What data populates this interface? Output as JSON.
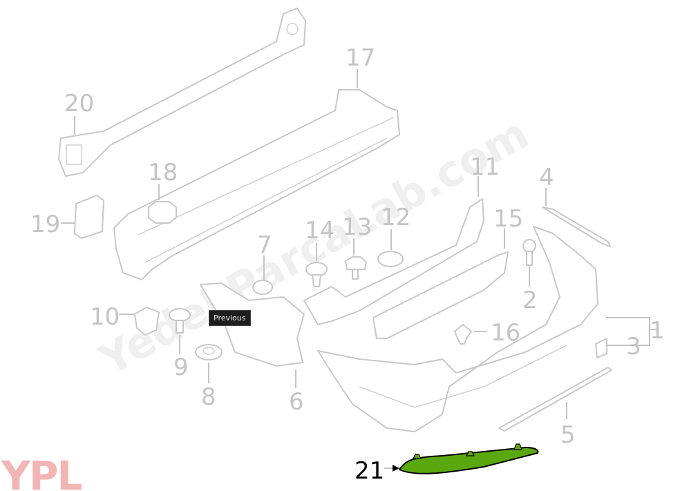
{
  "diagram": {
    "watermark": "YedekParcaLab.com",
    "logo": "YPL",
    "tooltip": "Previous",
    "highlight_color": "#5aa80f",
    "labels": {
      "p1": "1",
      "p2": "2",
      "p3": "3",
      "p4": "4",
      "p5": "5",
      "p6": "6",
      "p7": "7",
      "p8": "8",
      "p9": "9",
      "p10": "10",
      "p11": "11",
      "p12": "12",
      "p13": "13",
      "p14": "14",
      "p15": "15",
      "p16": "16",
      "p17": "17",
      "p18": "18",
      "p19": "19",
      "p20": "20",
      "p21": "21"
    }
  }
}
